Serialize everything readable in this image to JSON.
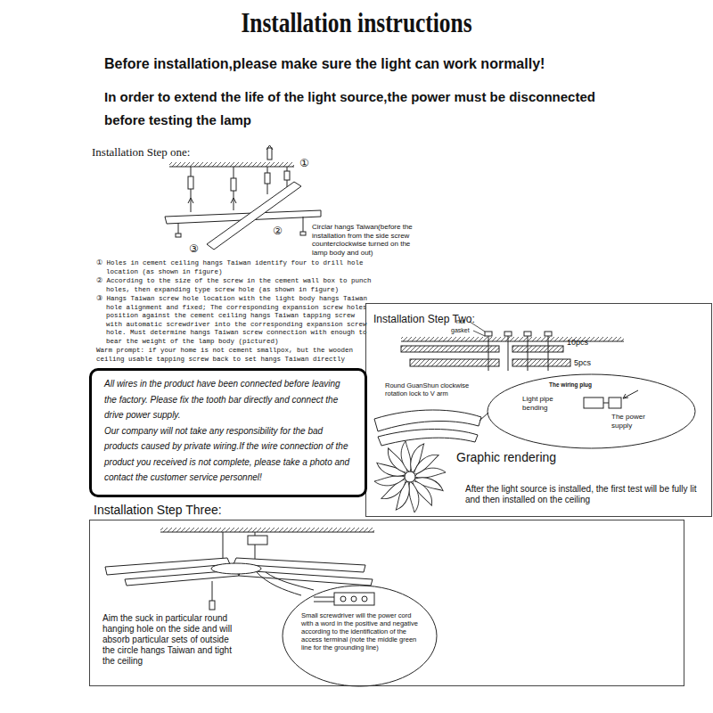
{
  "diagram": {
    "title": "Installation instructions",
    "nodes": [
      {
        "text": [
          "Installation Step Two:"
        ]
      },
      {
        "text": [
          "The wiring plug",
          "Light pipe bending",
          "The power supply"
        ],
        "in": 0
      },
      {
        "text": [
          "All wires in the product have been connected before leaving the factory. Please fix the tooth bar directly and connect the drive power supply.",
          "Our company will not take any responsibility for the bad products caused by private wiring.If the wire connection of the product you received is not complete, please take a photo and contact the customer service personnel!"
        ]
      },
      {
        "text": [
          "Installation Step Three:"
        ]
      },
      {
        "text": [
          "Small screwdriver will the power cord with a word in the positive and negative according to the identification of the access terminal (note the middle green line for the grounding line)"
        ],
        "in": 3
      }
    ],
    "labels": [
      "Before installation,please make sure the light can work normally!",
      "In order to extend the life of the light source,the power must be disconnected before testing the lamp",
      "Installation Step one:",
      "①",
      "②",
      "③",
      "Circlar hangs Taiwan(before the installation from the side screw counterclockwise turned on the lamp body and out)",
      "① Holes in cement ceiling hangs Taiwan identify four to drill hole location (as shown in figure)",
      "② According to the size of the screw in the cement wall box to punch holes, then expanding type screw hole (as shown in figure)",
      "③ Hangs Taiwan screw hole location with the light body hangs Taiwan hole alignment and fixed; The corresponding expansion screw holes position against the cement ceiling hangs Taiwan tapping screw with automatic screwdriver into the corresponding expansion screw hole. Must determine hangs Taiwan screw connection with enough to bear the weight of the lamp body (pictured)",
      "Warm prompt: if your home is not cement smallpox, but the wooden ceiling usable tapping screw back to set hangs Taiwan directly",
      "nut",
      "gasket",
      "10pcs",
      "5pcs",
      "Round GuanShun clockwise rotation lock to V arm",
      "Graphic rendering",
      "After the light source is installed, the first test will be fully lit and then installed on the ceiling",
      "Aim the suck in particular round hanging hole on the side and will absorb particular sets of outside the circle hangs Taiwan and tight the ceiling"
    ]
  }
}
